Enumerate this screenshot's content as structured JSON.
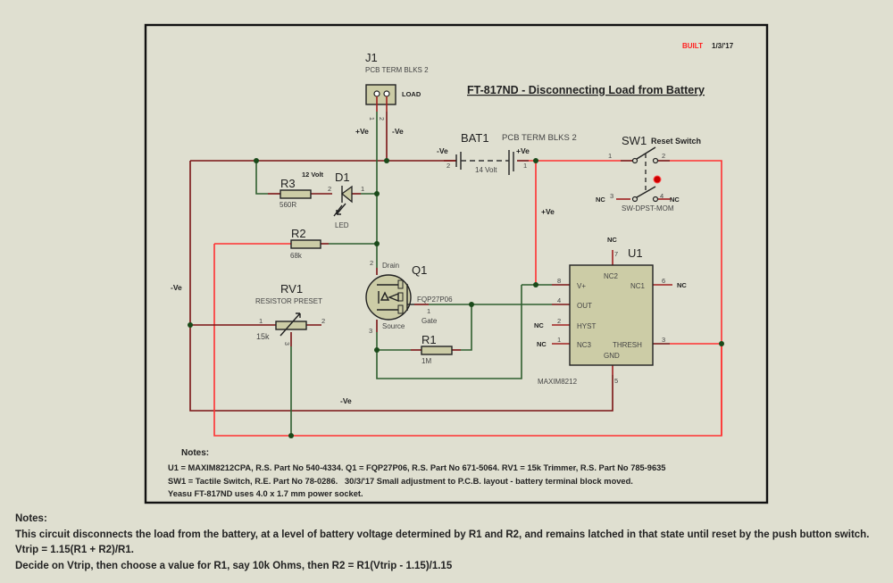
{
  "sheet": {
    "status": "BUILT",
    "status_color": "#ff2020",
    "date": "1/3/'17",
    "title": "FT-817ND - Disconnecting Load from Battery"
  },
  "components": {
    "J1": {
      "ref": "J1",
      "type": "PCB TERM BLKS 2",
      "label": "LOAD",
      "pin1": "1",
      "pin2": "2",
      "pin1_net": "+Ve",
      "pin2_net": "-Ve"
    },
    "BAT1": {
      "ref": "BAT1",
      "type": "PCB TERM BLKS 2",
      "value": "14 Volt",
      "neg": "-Ve",
      "pos": "+Ve",
      "pin1": "1",
      "pin2": "2"
    },
    "SW1": {
      "ref": "SW1",
      "label": "Reset Switch",
      "type": "SW-DPST-MOM",
      "pin1": "1",
      "pin2": "2",
      "pin3": "3",
      "pin4": "4",
      "nc": "NC"
    },
    "R3": {
      "ref": "R3",
      "value": "560R"
    },
    "D1": {
      "ref": "D1",
      "type": "LED",
      "note": "12 Volt",
      "pin1": "1",
      "pin2": "2"
    },
    "R2": {
      "ref": "R2",
      "value": "68k"
    },
    "RV1": {
      "ref": "RV1",
      "type": "RESISTOR PRESET",
      "value": "15k",
      "pin1": "1",
      "pin2": "2",
      "pin3": "3"
    },
    "Q1": {
      "ref": "Q1",
      "part": "FQP27P06",
      "drain": "Drain",
      "source": "Source",
      "gate": "Gate",
      "pin1": "1",
      "pin2": "2",
      "pin3": "3"
    },
    "R1": {
      "ref": "R1",
      "value": "1M"
    },
    "U1": {
      "ref": "U1",
      "part": "MAXIM8212",
      "pins": {
        "nc2": "NC2",
        "vplus": "V+",
        "nc1": "NC1",
        "out": "OUT",
        "hyst": "HYST",
        "nc3": "NC3",
        "thresh": "THRESH",
        "gnd": "GND"
      },
      "pin_numbers": {
        "p1": "1",
        "p2": "2",
        "p3": "3",
        "p4": "4",
        "p5": "5",
        "p6": "6",
        "p7": "7",
        "p8": "8"
      },
      "nc": "NC"
    }
  },
  "net_labels": {
    "plus_ve": "+Ve",
    "minus_ve": "-Ve"
  },
  "inner_notes": {
    "heading": "Notes:",
    "lines": [
      "U1 = MAXIM8212CPA, R.S. Part No 540-4334. Q1 = FQP27P06, R.S. Part No 671-5064. RV1 = 15k Trimmer, R.S. Part No 785-9635",
      "SW1 = Tactile Switch, R.E. Part No 78-0286.   30/3/'17 Small adjustment to P.C.B. layout - battery terminal block moved.",
      "Yeasu FT-817ND uses 4.0 x 1.7 mm power socket."
    ]
  },
  "outer_notes": {
    "heading": "Notes:",
    "lines": [
      "This circuit disconnects the load from the battery, at a level of battery voltage determined by R1 and R2, and remains latched in that state until reset by the push button switch.",
      "Vtrip = 1.15(R1 + R2)/R1.",
      "Decide on Vtrip, then choose a value for R1, say 10k Ohms, then R2 = R1(Vtrip - 1.15)/1.15"
    ]
  }
}
